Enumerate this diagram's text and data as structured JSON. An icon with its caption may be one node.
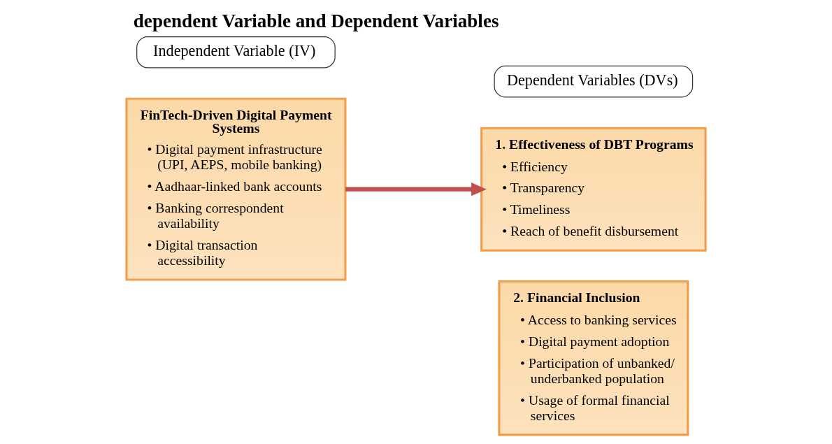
{
  "diagram": {
    "title": "dependent Variable and Dependent Variables",
    "nodes": [
      {
        "text": [
          "Independent Variable (IV)"
        ]
      },
      {
        "text": [
          "Dependent Variables (DVs)"
        ]
      },
      {
        "text": [
          "FinTech-Driven Digital Payment Systems",
          "• Digital payment infrastructure (UPI, AEPS, mobile banking)",
          "• Aadhaar-linked bank accounts",
          "• Banking correspondent availability",
          "• Digital transaction accessibility"
        ]
      },
      {
        "text": [
          "1. Effectiveness of DBT Programs",
          "• Efficiency",
          "• Transparency",
          "• Timeliness",
          "• Reach of benefit disbursement"
        ]
      },
      {
        "text": [
          "2. Financial Inclusion",
          "• Access to banking services",
          "• Digital payment adoption",
          "• Participation of unbanked/ underbanked population",
          "• Usage of formal financial services"
        ]
      }
    ],
    "edges": [
      {
        "from": 2,
        "to": 3,
        "arrow": "to",
        "color": "#c0504d"
      }
    ]
  }
}
